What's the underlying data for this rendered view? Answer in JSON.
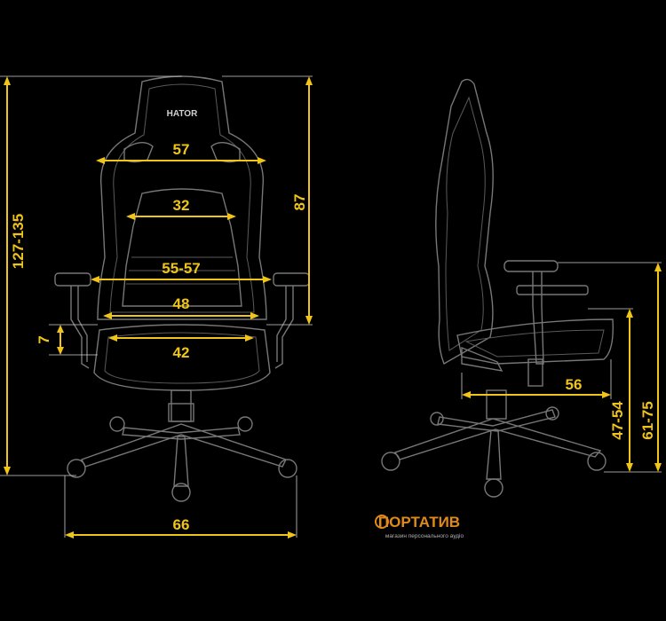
{
  "chair_brand": "HATOR",
  "front_view": {
    "overall_height": "127-135",
    "backrest_height": "87",
    "headrest_width": "57",
    "lumbar_width": "32",
    "shoulder_width": "55-57",
    "backrest_lower_width": "48",
    "seat_depth_adjust": "7",
    "seat_width": "42",
    "base_width": "66"
  },
  "side_view": {
    "seat_depth": "56",
    "seat_height": "47-54",
    "armrest_height": "61-75"
  },
  "store_logo": {
    "name": "ПОРТАТИВ",
    "tagline": "магазин персонального аудіо"
  },
  "colors": {
    "background": "#000000",
    "dimension": "#f0c419",
    "outline": "#777777",
    "logo": "#e08a1a"
  }
}
